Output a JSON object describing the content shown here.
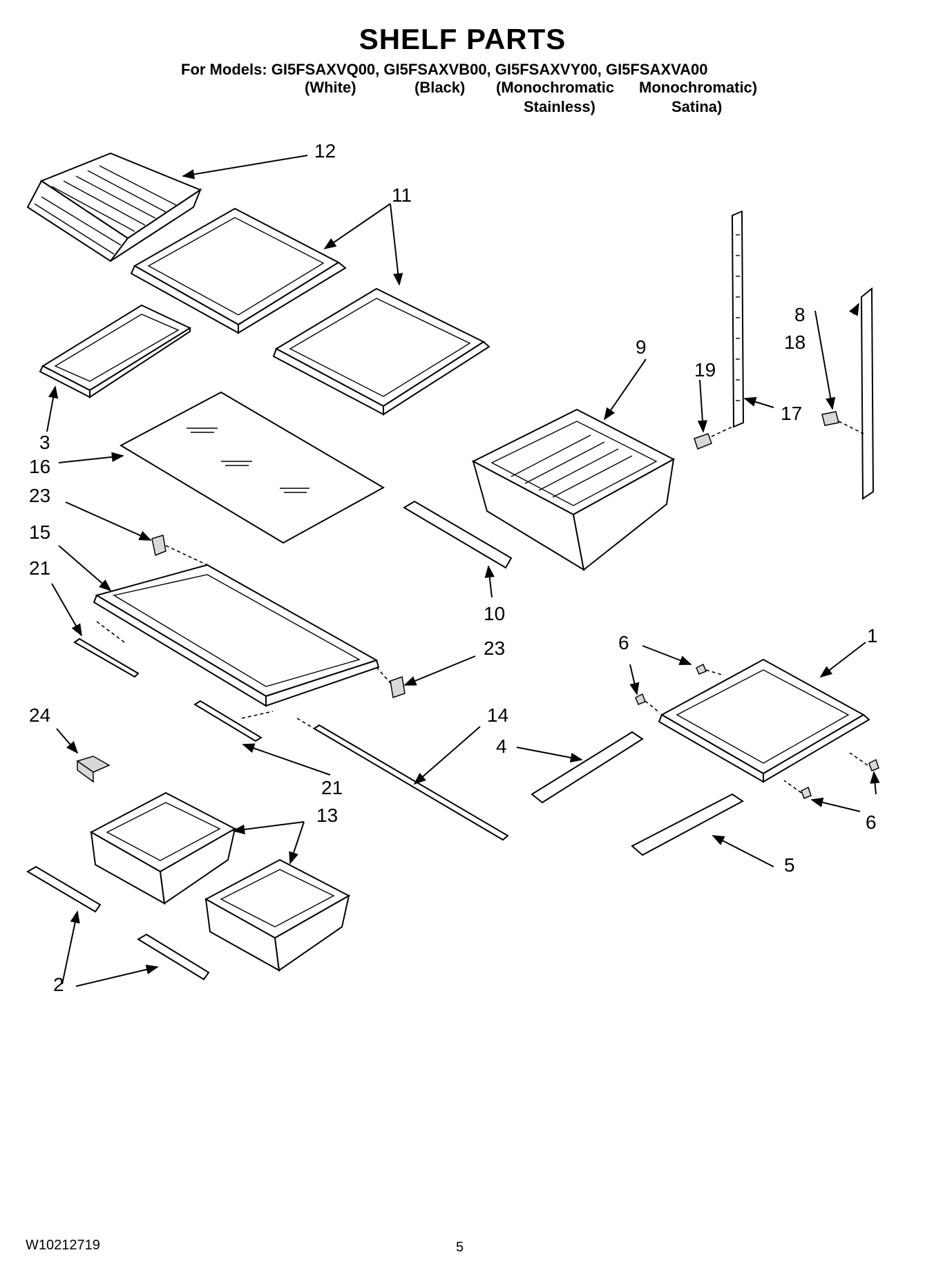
{
  "header": {
    "title": "SHELF PARTS",
    "models_line": "For Models: GI5FSAXVQ00, GI5FSAXVB00, GI5FSAXVY00, GI5FSAXVA00",
    "colors": [
      "(White)",
      "(Black)",
      "(Monochromatic",
      "Monochromatic)"
    ],
    "colors_line2": [
      "Stainless)",
      "Satina)"
    ]
  },
  "callouts": {
    "c1": "1",
    "c2": "2",
    "c3": "3",
    "c4": "4",
    "c5": "5",
    "c6a": "6",
    "c6b": "6",
    "c8": "8",
    "c9": "9",
    "c10": "10",
    "c11": "11",
    "c12": "12",
    "c13": "13",
    "c14": "14",
    "c15": "15",
    "c16": "16",
    "c17": "17",
    "c18": "18",
    "c19": "19",
    "c21a": "21",
    "c21b": "21",
    "c23a": "23",
    "c23b": "23",
    "c24": "24"
  },
  "footer": {
    "doc_number": "W10212719",
    "page_number": "5"
  }
}
